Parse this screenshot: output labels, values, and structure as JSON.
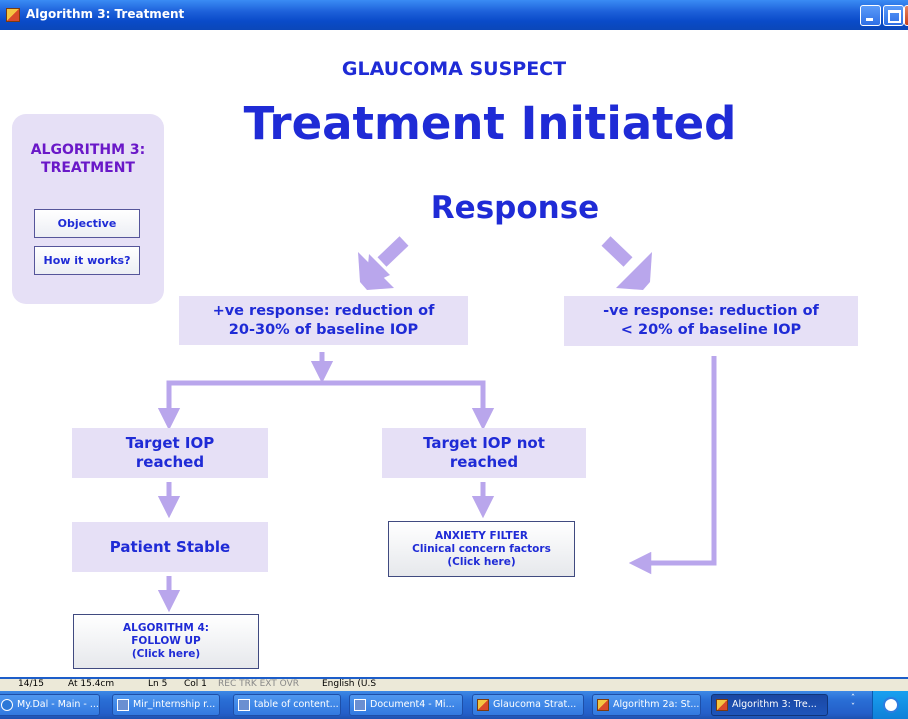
{
  "window": {
    "title": "Algorithm 3: Treatment"
  },
  "page": {
    "subtitle": "GLAUCOMA SUSPECT",
    "heading": "Treatment Initiated",
    "response_heading": "Response"
  },
  "side_panel": {
    "title_line1": "ALGORITHM 3:",
    "title_line2": "TREATMENT",
    "objective_label": "Objective",
    "how_label": "How it works?"
  },
  "flow": {
    "positive_line1": "+ve response: reduction of",
    "positive_line2": "20-30% of baseline IOP",
    "negative_line1": "-ve response: reduction of",
    "negative_line2": "< 20% of baseline IOP",
    "target_reached_line1": "Target IOP",
    "target_reached_line2": "reached",
    "target_not_line1": "Target IOP not",
    "target_not_line2": "reached",
    "stable": "Patient Stable",
    "anxiety_line1": "ANXIETY FILTER",
    "anxiety_line2": "Clinical concern factors",
    "anxiety_line3": "(Click here)",
    "followup_line1": "ALGORITHM 4:",
    "followup_line2": "FOLLOW UP",
    "followup_line3": "(Click here)"
  },
  "colors": {
    "text_blue": "#1f2bd6",
    "box_fill": "#e6e0f6",
    "arrow": "#b9a6ec",
    "panel_title": "#6a18c8"
  },
  "statusbar": {
    "page": "14/15",
    "at": "At 15.4cm",
    "ln": "Ln 5",
    "col": "Col 1",
    "modes": "REC  TRK  EXT  OVR",
    "language": "English (U.S"
  },
  "taskbar": {
    "items": [
      "My.Dal - Main - ...",
      "Mir_internship r...",
      "table of content...",
      "Document4 - Mi...",
      "Glaucoma Strat...",
      "Algorithm 2a: St...",
      "Algorithm 3: Tre..."
    ]
  }
}
